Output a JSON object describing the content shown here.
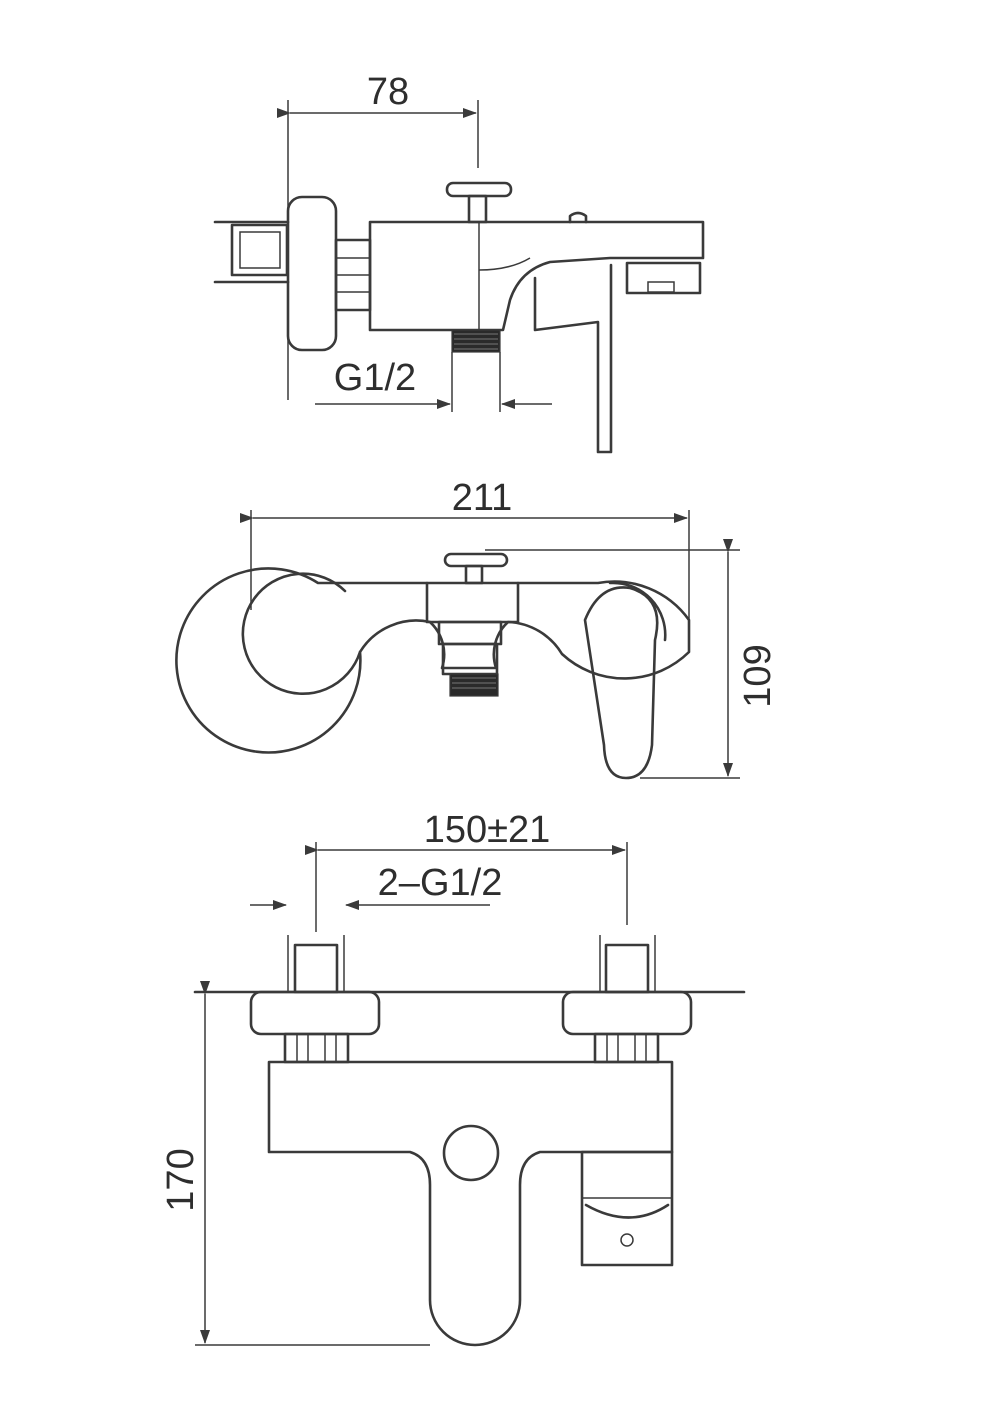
{
  "dimensions": {
    "top_width": "78",
    "inlet_thread": "G1/2",
    "overall_width": "211",
    "depth": "109",
    "center_distance": "150±21",
    "inlet_threads": "2–G1/2",
    "height": "170"
  },
  "colors": {
    "line": "#3a3a3a",
    "text": "#2e2e2e",
    "background": "#ffffff"
  }
}
